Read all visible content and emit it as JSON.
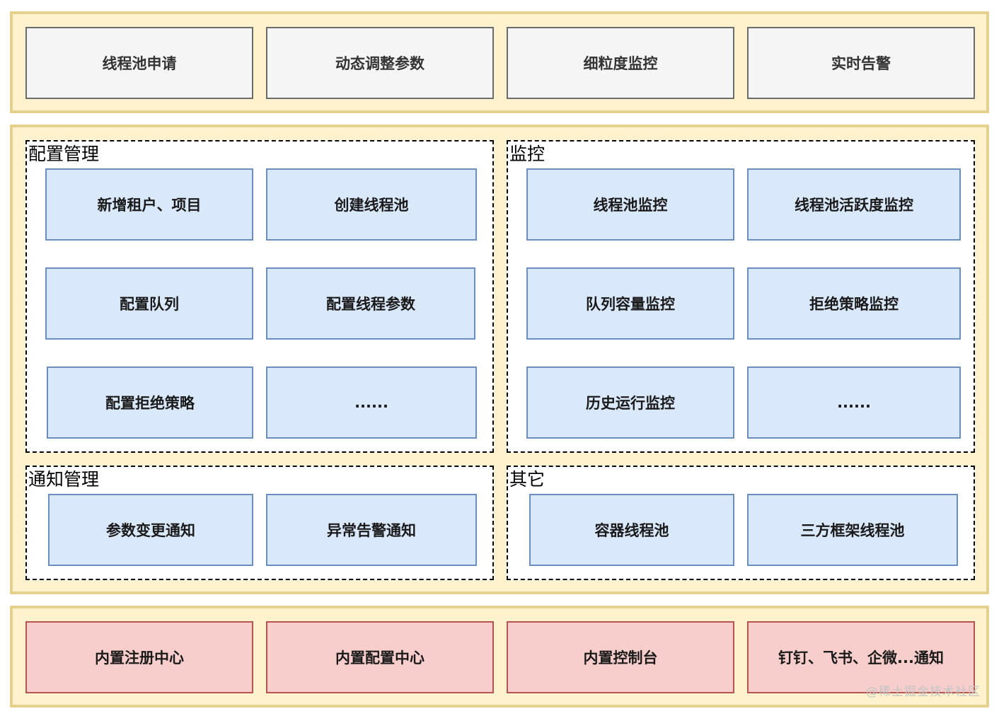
{
  "top_layer": {
    "items": [
      "线程池申请",
      "动态调整参数",
      "细粒度监控",
      "实时告警"
    ]
  },
  "middle_layer": {
    "config": {
      "title": "配置管理",
      "items": [
        "新增租户、项目",
        "创建线程池",
        "配置队列",
        "配置线程参数",
        "配置拒绝策略",
        "......"
      ]
    },
    "monitor": {
      "title": "监控",
      "items": [
        "线程池监控",
        "线程池活跃度监控",
        "队列容量监控",
        "拒绝策略监控",
        "历史运行监控",
        "......"
      ]
    },
    "notify": {
      "title": "通知管理",
      "items": [
        "参数变更通知",
        "异常告警通知"
      ]
    },
    "other": {
      "title": "其它",
      "items": [
        "容器线程池",
        "三方框架线程池"
      ]
    }
  },
  "bottom_layer": {
    "items": [
      "内置注册中心",
      "内置配置中心",
      "内置控制台",
      "钉钉、飞书、企微...通知"
    ]
  },
  "watermark": "@稀土掘金技术社区",
  "colors": {
    "layer_fill": "#fff2cc",
    "layer_border": "#e6d08e",
    "gray_fill": "#f5f5f5",
    "blue_fill": "#dae8fc",
    "blue_border": "#6c8ebf",
    "red_fill": "#f8cecc",
    "red_border": "#b85450"
  }
}
